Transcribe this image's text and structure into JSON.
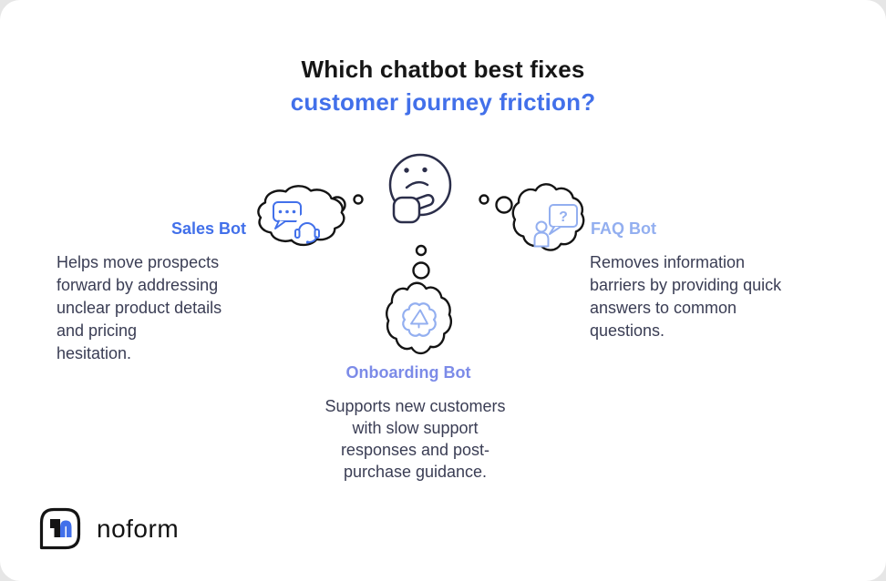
{
  "title": {
    "line1": "Which chatbot best fixes",
    "line2": "customer journey friction?"
  },
  "colors": {
    "accent_blue": "#4270EA",
    "light_blue": "#93AFF0",
    "periwinkle": "#7C8BE8",
    "body_text": "#3A3D54",
    "line_dark": "#141414",
    "face_navy": "#2B2E4A",
    "card_bg": "#FFFFFF",
    "page_bg": "#E6E6E6"
  },
  "center": {
    "icon": "thinking-face"
  },
  "bots": {
    "sales": {
      "label": "Sales Bot",
      "description": "Helps move prospects\nforward by addressing\nunclear product details\nand pricing\nhesitation.",
      "icon": "chat-bubble-headset"
    },
    "faq": {
      "label": "FAQ Bot",
      "description": "Removes information\nbarriers by providing quick\nanswers to common\nquestions.",
      "icon": "person-question-bubble",
      "icon_glyph": "?"
    },
    "onboarding": {
      "label": "Onboarding Bot",
      "description": "Supports new customers\nwith slow support\nresponses and post-\npurchase guidance.",
      "icon": "gear-megaphone"
    }
  },
  "logo": {
    "text": "noform"
  }
}
